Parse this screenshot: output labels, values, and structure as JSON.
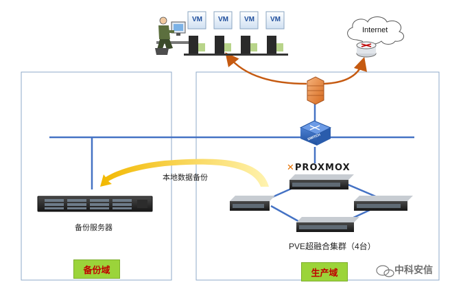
{
  "zones": {
    "backup": {
      "label": "备份域"
    },
    "production": {
      "label": "生产域"
    }
  },
  "cloud": {
    "label": "Internet"
  },
  "vm_label": "VM",
  "backup_server": {
    "label": "备份服务器"
  },
  "backup_arrow": {
    "label": "本地数据备份"
  },
  "cluster": {
    "label": "PVE超融合集群（4台）",
    "logo": "PROXMOX"
  },
  "switch": {
    "label": "SWITCH"
  },
  "watermark": {
    "text": "中科安信"
  },
  "colors": {
    "network": "#4472c4",
    "cloud_link": "#c55a11",
    "backup_arrow": "#f2c200",
    "zone_badge": "#9bd43a",
    "zone_badge_text": "#c00000"
  }
}
